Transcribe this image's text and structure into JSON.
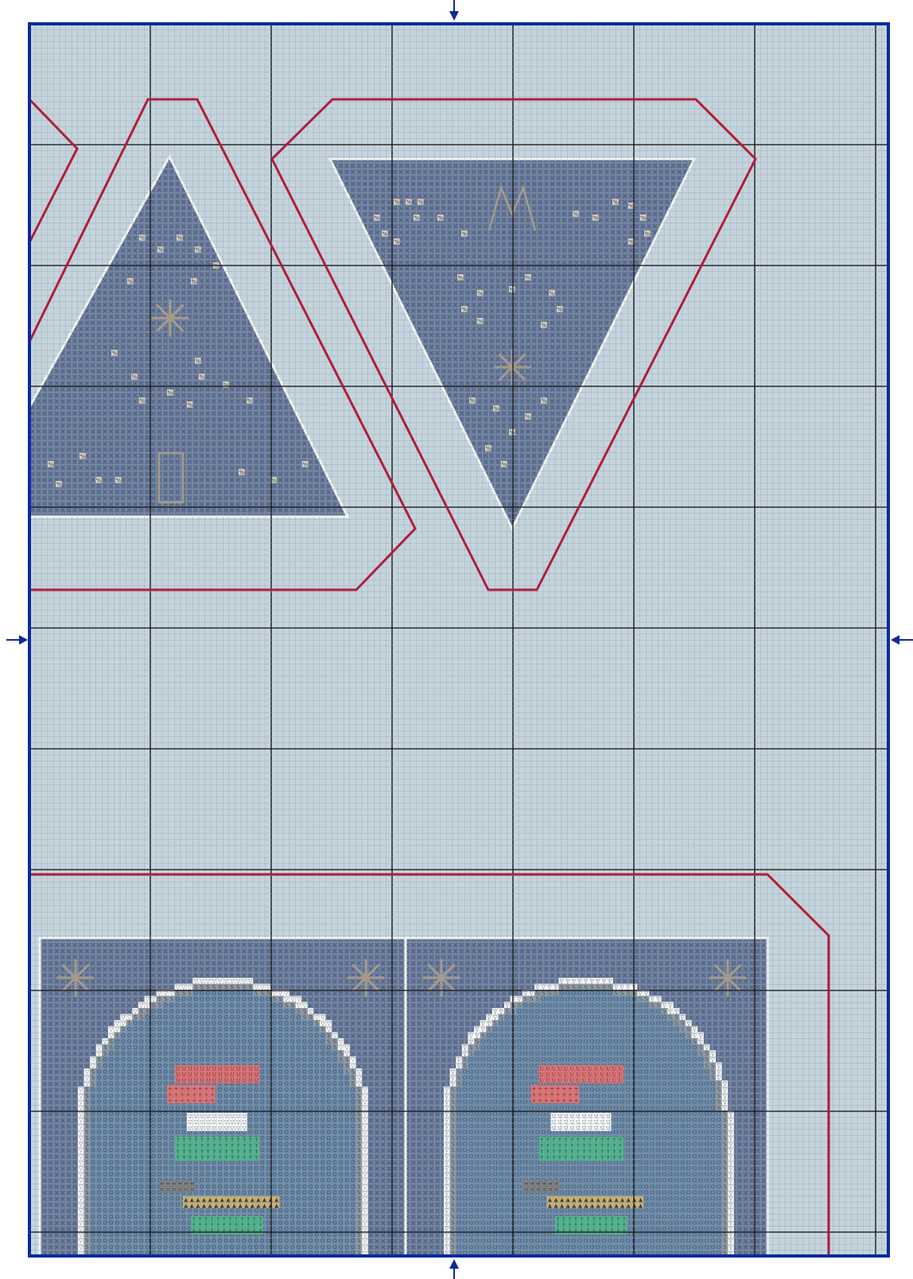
{
  "colors": {
    "page_bg": "#ffffff",
    "fabric": "#c5d4dc",
    "fine_grid": "#8fa3b0",
    "major_grid": "#1a1a1a",
    "frame": "#0a2a9e",
    "center_arrow": "#0a2a9e",
    "cut_line": "#b01e3c",
    "motif_outline": "#f4f4f4",
    "motif_fill": "#6b7c9c",
    "cross_mark": "#4a5778",
    "accent_symbol": "#e0d8c8",
    "star": "#a89a88",
    "arch_white": "#ffffff",
    "arch_slate": "#8e9aa4",
    "arch_blue": "#6d8aa8",
    "red_symbol": "#e07070",
    "green_symbol": "#4fb38a",
    "gold_symbol": "#c8b070",
    "grey_symbol": "#7d7d7d"
  },
  "legend_symbols": {
    "white": "▽",
    "slate": "S",
    "blue": "O",
    "red": "U",
    "red_alt": "+",
    "green": "↑",
    "gold": "▲",
    "grey": "=",
    "accent": "%"
  },
  "motifs": [
    {
      "name": "triangle-up-ornament",
      "shape": "triangle-up",
      "stars": 1
    },
    {
      "name": "triangle-down-ornament",
      "shape": "triangle-down",
      "stars": 1
    },
    {
      "name": "arch-panel-left",
      "shape": "arch-panel",
      "stars": 2
    },
    {
      "name": "arch-panel-right",
      "shape": "arch-panel",
      "stars": 2
    }
  ]
}
